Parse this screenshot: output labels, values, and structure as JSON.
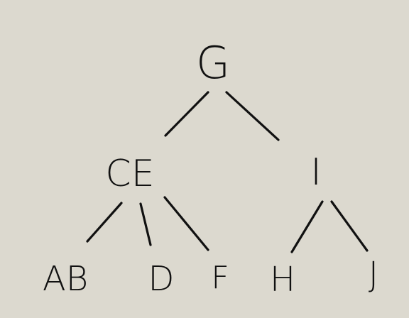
{
  "tree": {
    "nodes": [
      {
        "id": "G",
        "label": "G"
      },
      {
        "id": "CE",
        "label": "CE"
      },
      {
        "id": "I",
        "label": "I"
      },
      {
        "id": "AB",
        "label": "AB"
      },
      {
        "id": "D",
        "label": "D"
      },
      {
        "id": "F",
        "label": "F"
      },
      {
        "id": "H",
        "label": "H"
      },
      {
        "id": "J",
        "label": "J"
      }
    ],
    "edges": [
      {
        "from": "G",
        "to": "CE"
      },
      {
        "from": "G",
        "to": "I"
      },
      {
        "from": "CE",
        "to": "AB"
      },
      {
        "from": "CE",
        "to": "D"
      },
      {
        "from": "CE",
        "to": "F"
      },
      {
        "from": "I",
        "to": "H"
      },
      {
        "from": "I",
        "to": "J"
      }
    ]
  },
  "colors": {
    "background": "#dcd9cf",
    "ink": "#111111"
  }
}
